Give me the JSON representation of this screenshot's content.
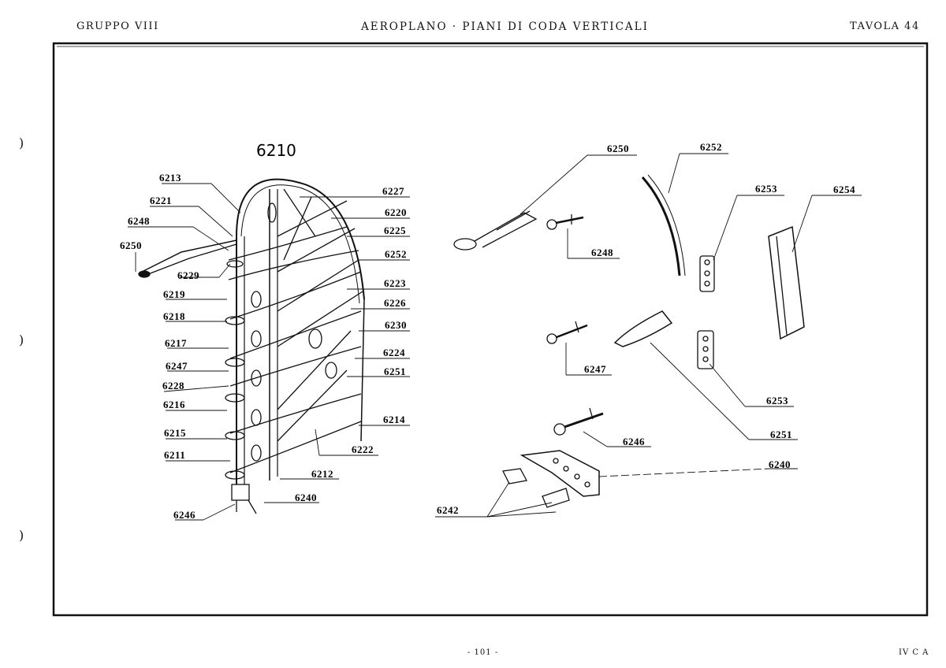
{
  "header": {
    "left": "GRUPPO VIII",
    "center": "AEROPLANO · PIANI DI CODA VERTICALI",
    "right": "TAVOLA 44"
  },
  "footer": {
    "page": "- 101 -",
    "code": "IV C A"
  },
  "margin_marks": [
    ")",
    ")",
    ")"
  ],
  "assembly_title": "6210",
  "left_labels": {
    "l6213": "6213",
    "l6221": "6221",
    "l6248": "6248",
    "l6250": "6250",
    "l6229": "6229",
    "l6219": "6219",
    "l6218": "6218",
    "l6217": "6217",
    "l6247": "6247",
    "l6228": "6228",
    "l6216": "6216",
    "l6215": "6215",
    "l6211": "6211",
    "l6246": "6246",
    "l6240": "6240",
    "l6212": "6212",
    "l6222": "6222",
    "l6214": "6214",
    "l6251": "6251",
    "l6224": "6224",
    "l6230": "6230",
    "l6226": "6226",
    "l6223": "6223",
    "l6252": "6252",
    "l6225": "6225",
    "l6220": "6220",
    "l6227": "6227"
  },
  "right_labels": {
    "r6250": "6250",
    "r6252": "6252",
    "r6253a": "6253",
    "r6254": "6254",
    "r6248": "6248",
    "r6247": "6247",
    "r6253b": "6253",
    "r6251": "6251",
    "r6246": "6246",
    "r6240": "6240",
    "r6242": "6242"
  }
}
